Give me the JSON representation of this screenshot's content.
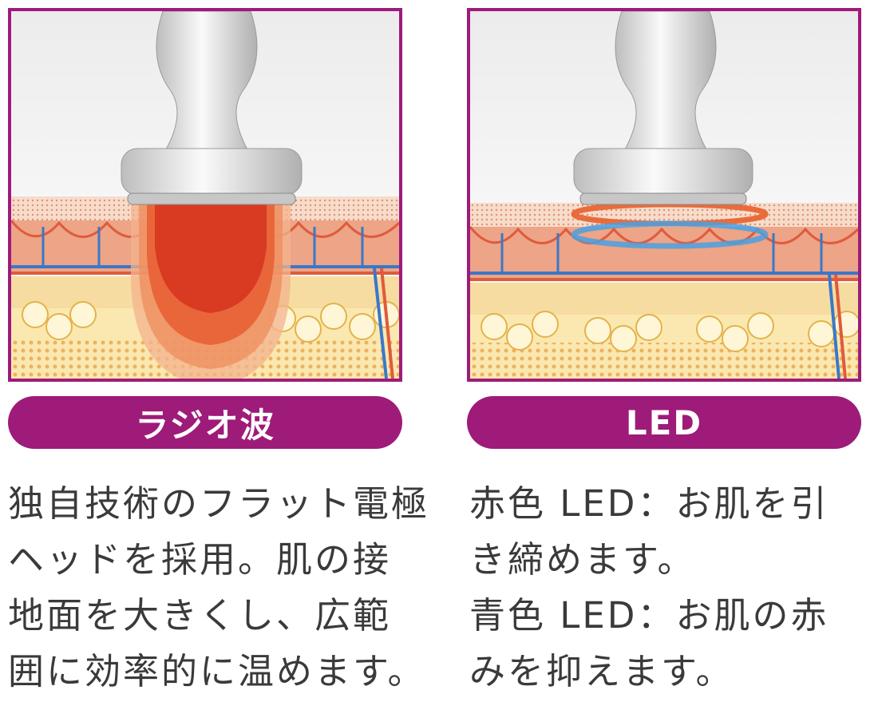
{
  "colors": {
    "accent": "#9e1b7a",
    "text": "#3a3a3a"
  },
  "panels": [
    {
      "label": "ラジオ波",
      "description_lines": [
        "独自技術のフラット電極",
        "ヘッドを採用。肌の接",
        "地面を大きくし、広範",
        "囲に効率的に温めます。"
      ]
    },
    {
      "label": "LED",
      "description_lines": [
        "赤色 LED：お肌を引",
        "き締めます。",
        "青色 LED：お肌の赤",
        "みを抑えます。"
      ]
    }
  ]
}
